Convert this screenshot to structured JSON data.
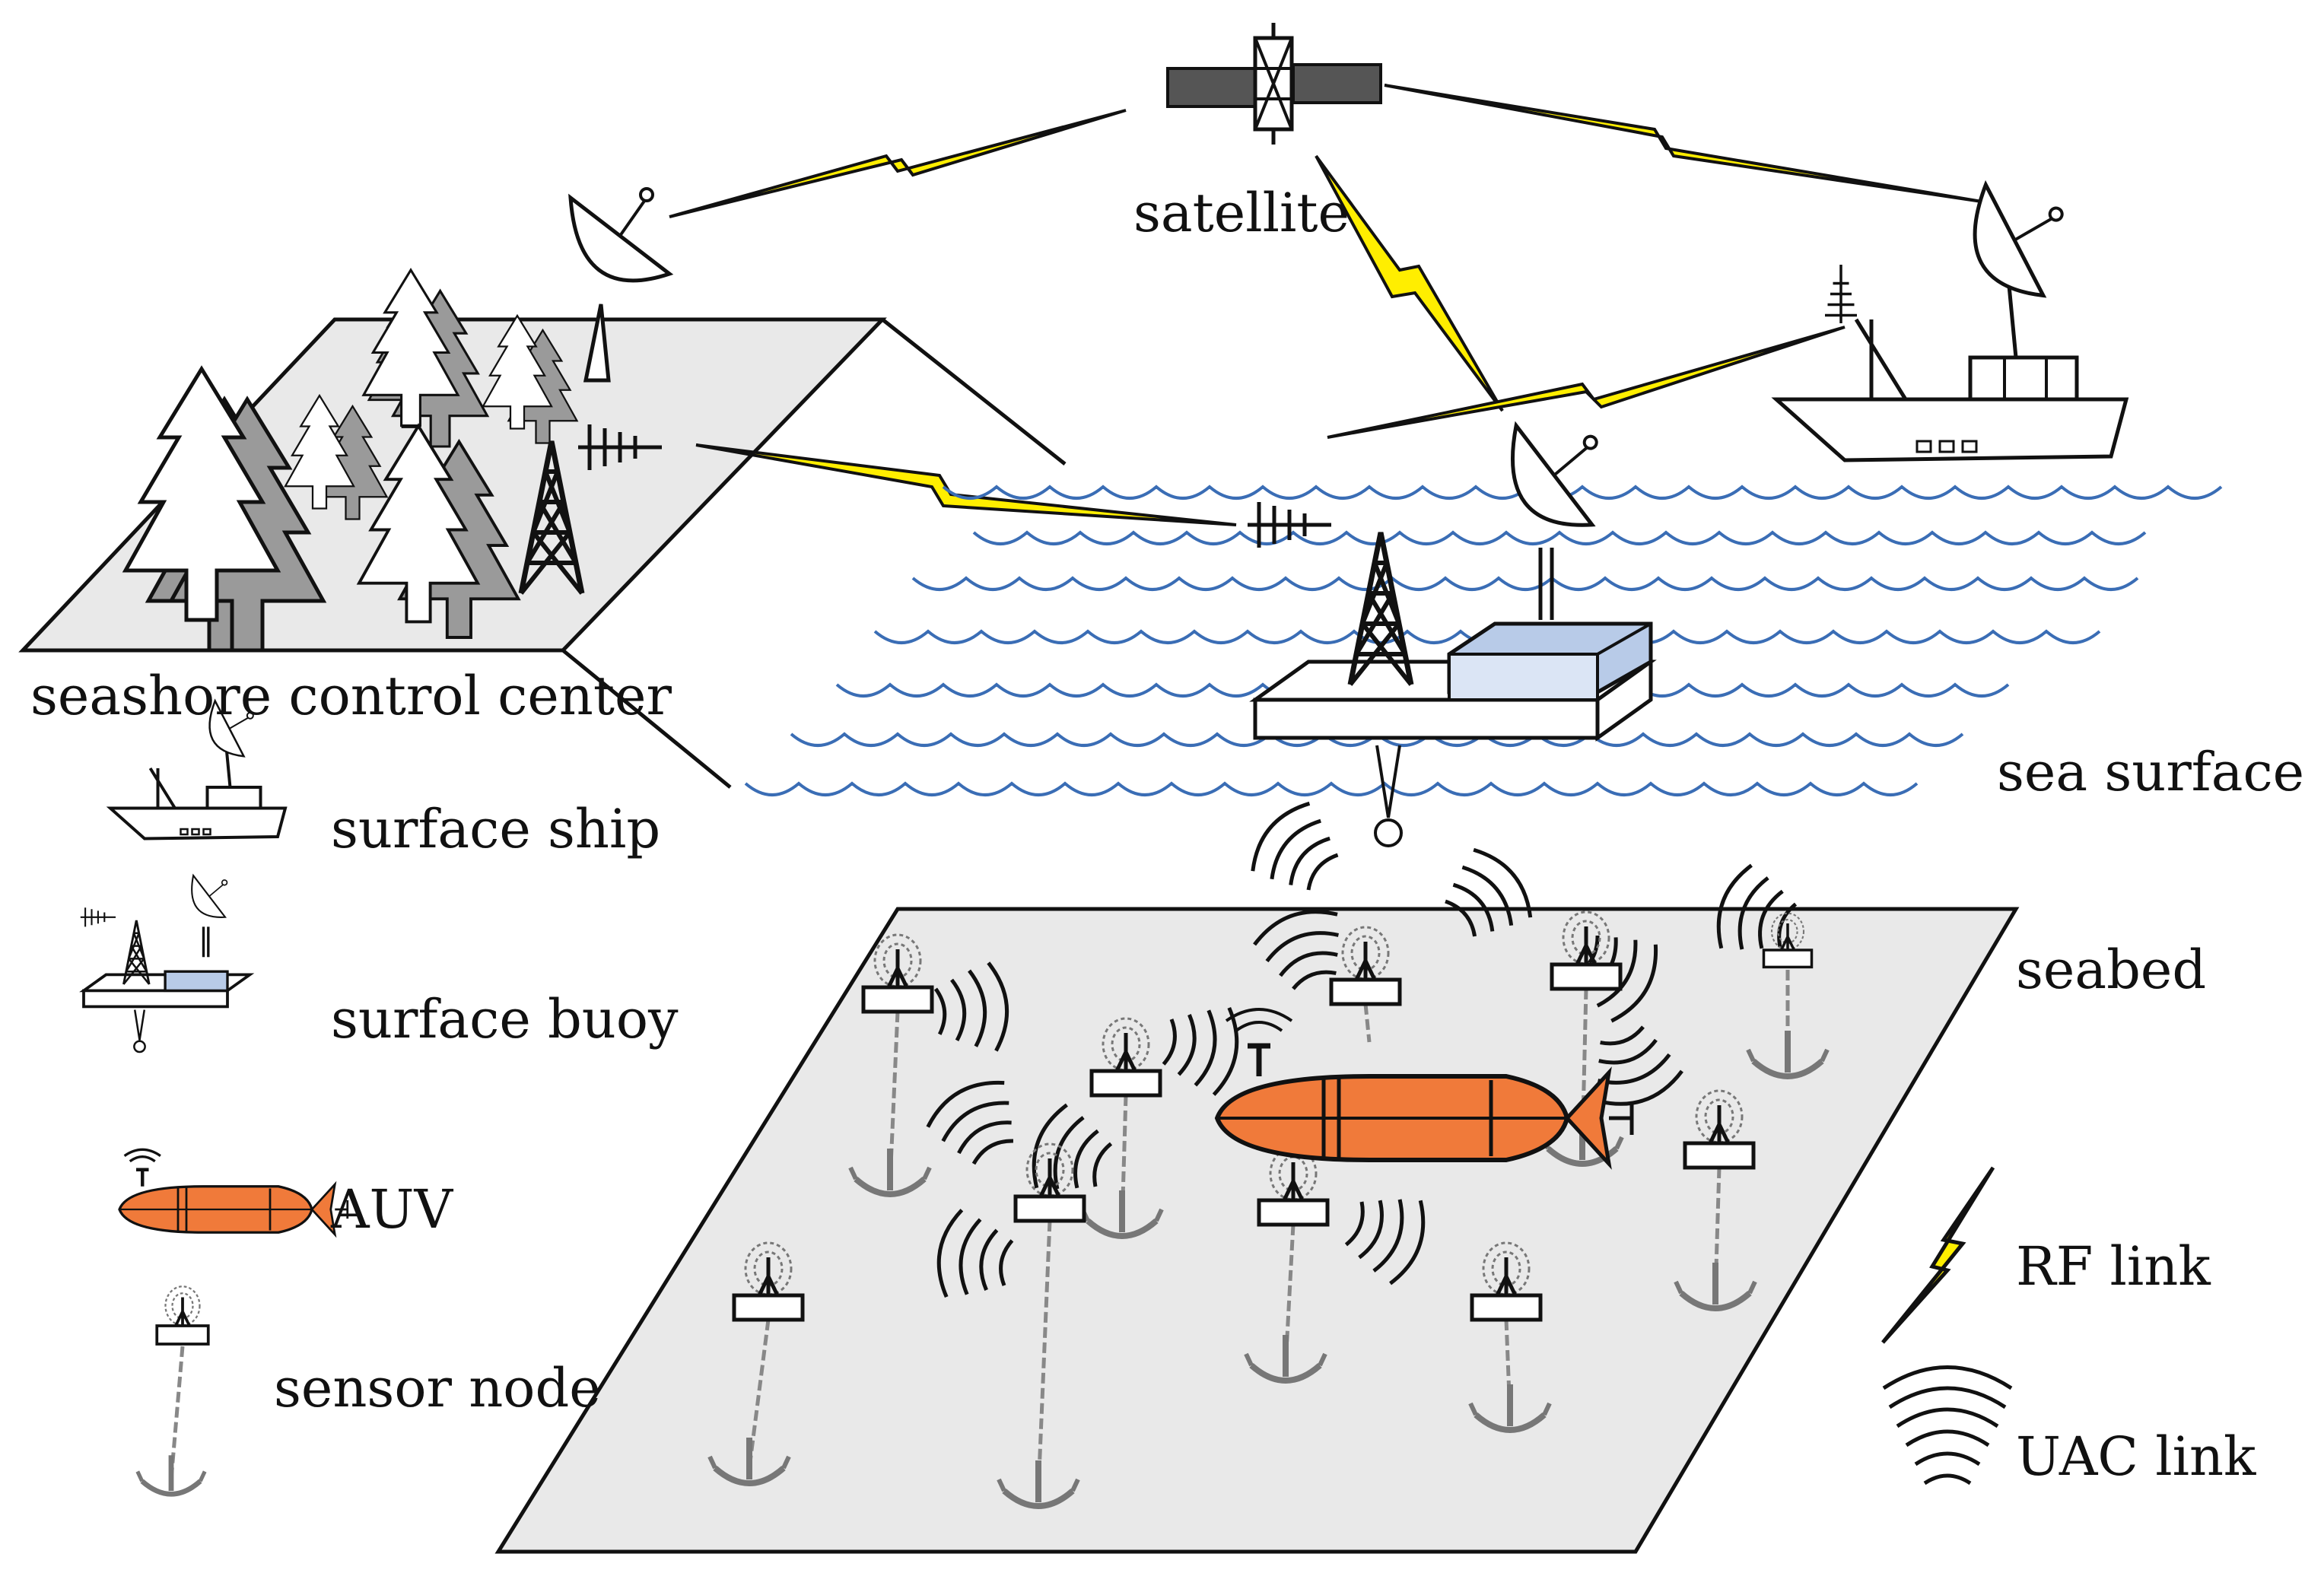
{
  "labels": {
    "satellite": "satellite",
    "seashore": "seashore control center",
    "sea_surface": "sea surface",
    "seabed": "seabed"
  },
  "legend": {
    "surface_ship": "surface ship",
    "surface_buoy": "surface buoy",
    "auv": "AUV",
    "sensor_node": "sensor node",
    "rf_link": "RF link",
    "uac_link": "UAC link"
  },
  "colors": {
    "rf_link": "#ffee00",
    "auv": "#f07a3a",
    "wave": "#3a6db5",
    "ground": "#e9e9e9",
    "buoy_block": "#b8cbe8",
    "tree_shadow": "#9a9a9a"
  }
}
